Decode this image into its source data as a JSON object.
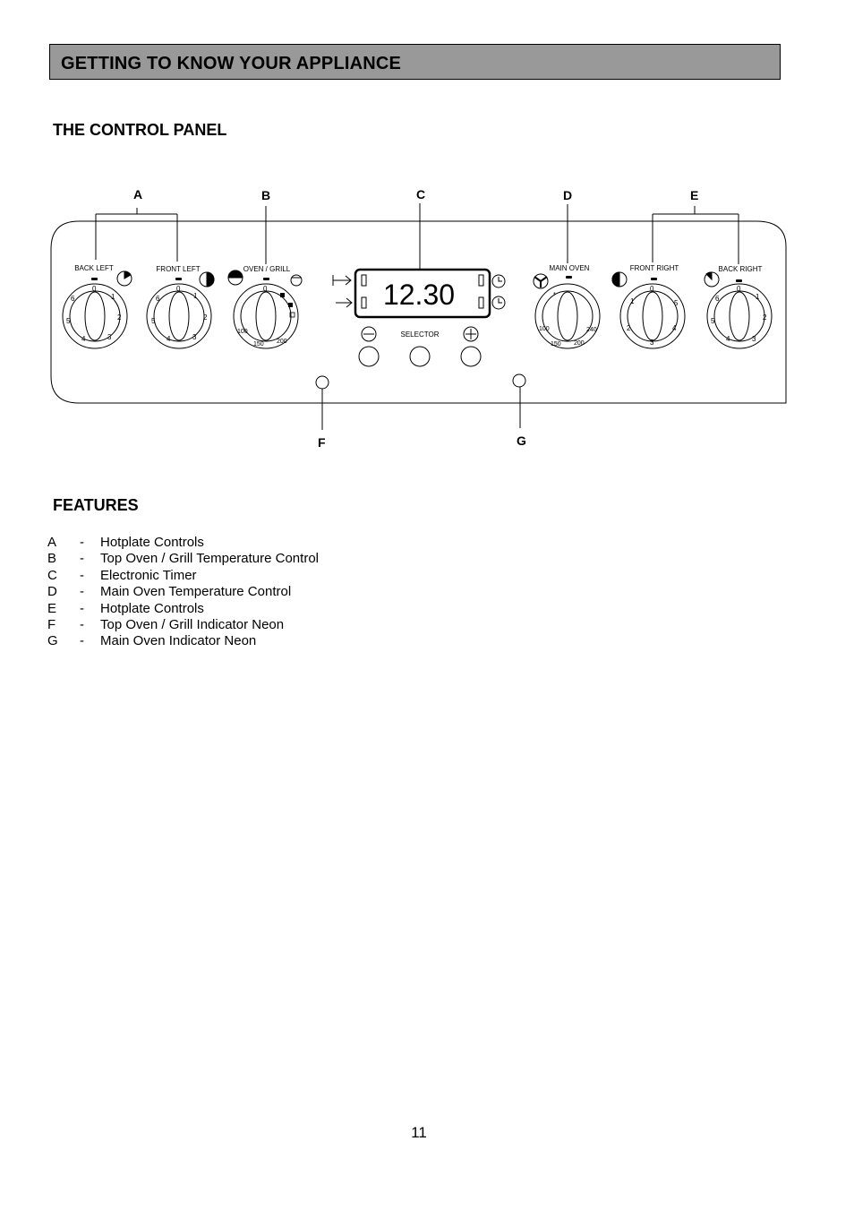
{
  "header": {
    "title": "GETTING TO KNOW YOUR APPLIANCE"
  },
  "section_control": {
    "title": "THE CONTROL PANEL"
  },
  "diagram": {
    "callouts": {
      "A": "A",
      "B": "B",
      "C": "C",
      "D": "D",
      "E": "E",
      "F": "F",
      "G": "G"
    },
    "knob_labels": {
      "back_left": "BACK LEFT",
      "front_left": "FRONT LEFT",
      "oven_grill": "OVEN / GRILL",
      "main_oven": "MAIN OVEN",
      "front_right": "FRONT RIGHT",
      "back_right": "BACK RIGHT"
    },
    "timer": {
      "display": "12.30",
      "selector_label": "SELECTOR"
    }
  },
  "section_features": {
    "title": "FEATURES"
  },
  "features": [
    {
      "letter": "A",
      "dash": "-",
      "text": "Hotplate Controls"
    },
    {
      "letter": "B",
      "dash": "-",
      "text": "Top Oven / Grill Temperature Control"
    },
    {
      "letter": "C",
      "dash": "-",
      "text": "Electronic Timer"
    },
    {
      "letter": "D",
      "dash": "-",
      "text": "Main Oven Temperature Control"
    },
    {
      "letter": "E",
      "dash": "-",
      "text": "Hotplate Controls"
    },
    {
      "letter": "F",
      "dash": "-",
      "text": "Top Oven / Grill Indicator Neon"
    },
    {
      "letter": "G",
      "dash": "-",
      "text": "Main Oven Indicator Neon"
    }
  ],
  "footer": {
    "page_number": "11"
  }
}
